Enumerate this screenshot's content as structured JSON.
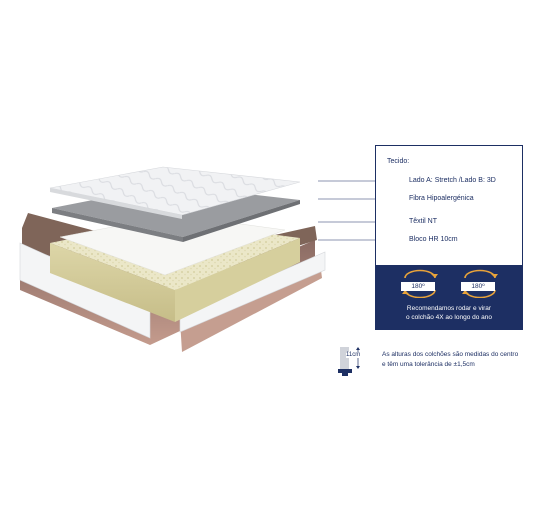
{
  "legend": {
    "heading": "Tecido:",
    "layers": [
      {
        "label": "Lado A: Stretch /Lado B: 3D"
      },
      {
        "label": "Fibra Hipoalergénica"
      },
      {
        "label": "Têxtil NT"
      },
      {
        "label": "Bloco HR 10cm"
      }
    ]
  },
  "rotation": {
    "left_badge": "180º",
    "right_badge": "180º",
    "text_line1": "Recomendamos rodar e virar",
    "text_line2": "o colchão 4X ao longo do ano"
  },
  "height": {
    "value_label": "11cm",
    "note": "As alturas dos colchões são medidas do centro e têm uma tolerância de ±1,5cm"
  },
  "colors": {
    "navy": "#1d2f63",
    "base_brown": "#b98f82",
    "foam_yellow": "#e9e6c8",
    "fiber_grey": "#8e9094",
    "fabric_white": "#f2f3f4"
  }
}
